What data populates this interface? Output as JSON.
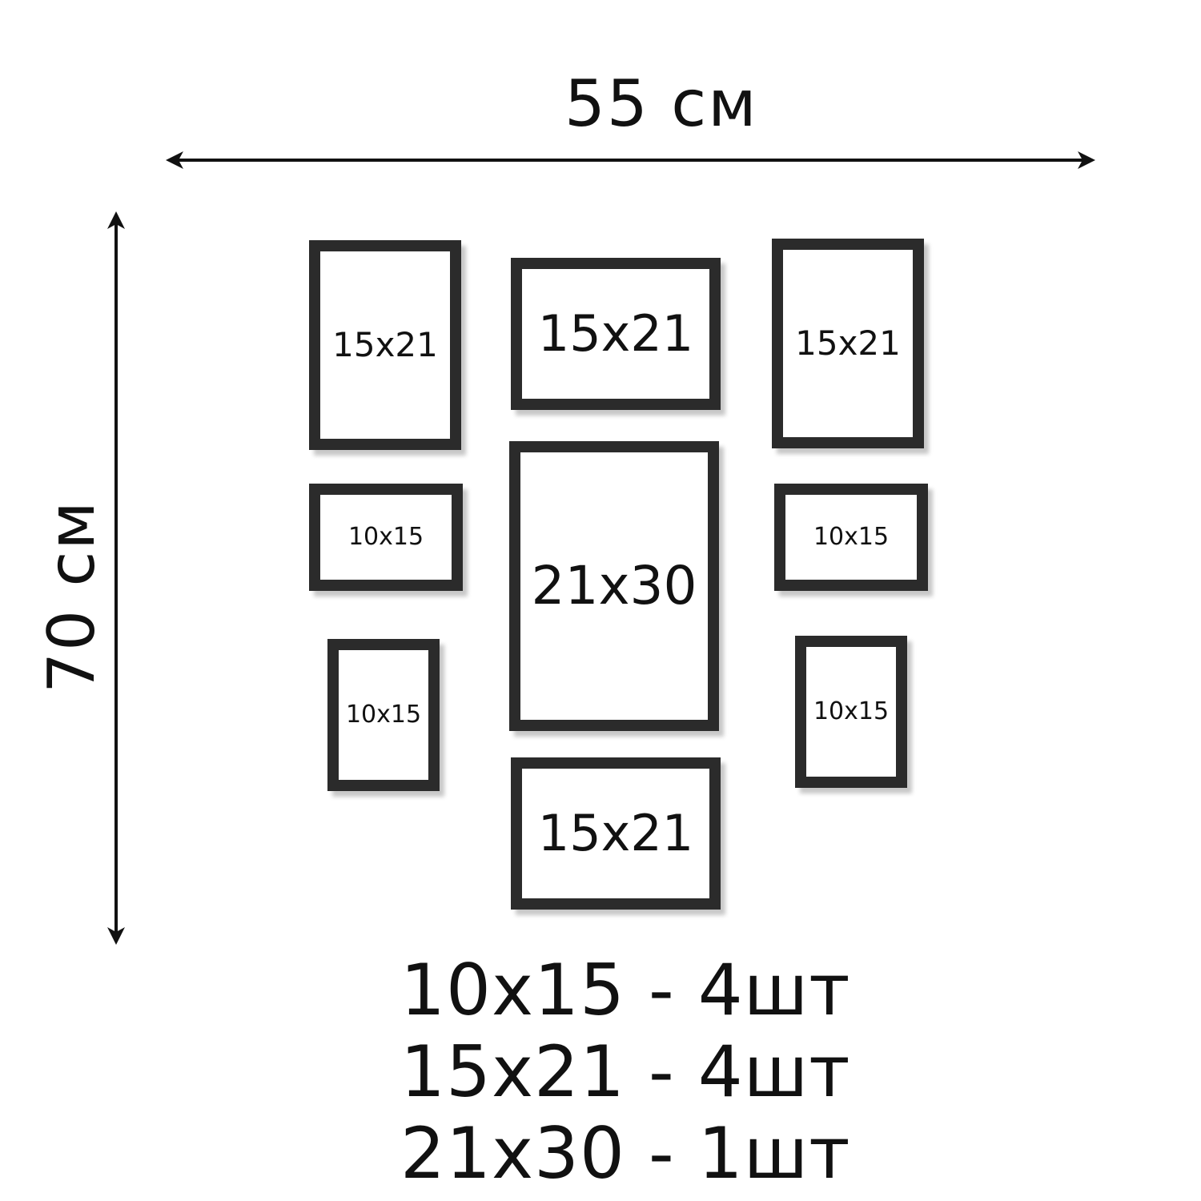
{
  "dimensions": {
    "width_label": "55 см",
    "height_label": "70 см"
  },
  "frames": [
    {
      "label": "15x21"
    },
    {
      "label": "15x21"
    },
    {
      "label": "15x21"
    },
    {
      "label": "10x15"
    },
    {
      "label": "21x30"
    },
    {
      "label": "10x15"
    },
    {
      "label": "10x15"
    },
    {
      "label": "10x15"
    },
    {
      "label": "15x21"
    }
  ],
  "summary": [
    {
      "text": "10x15 - 4шт"
    },
    {
      "text": "15x21 - 4шт"
    },
    {
      "text": "21x30 - 1шт"
    }
  ],
  "colors": {
    "frame": "#2b2b2b",
    "text": "#111111",
    "background": "#ffffff"
  }
}
